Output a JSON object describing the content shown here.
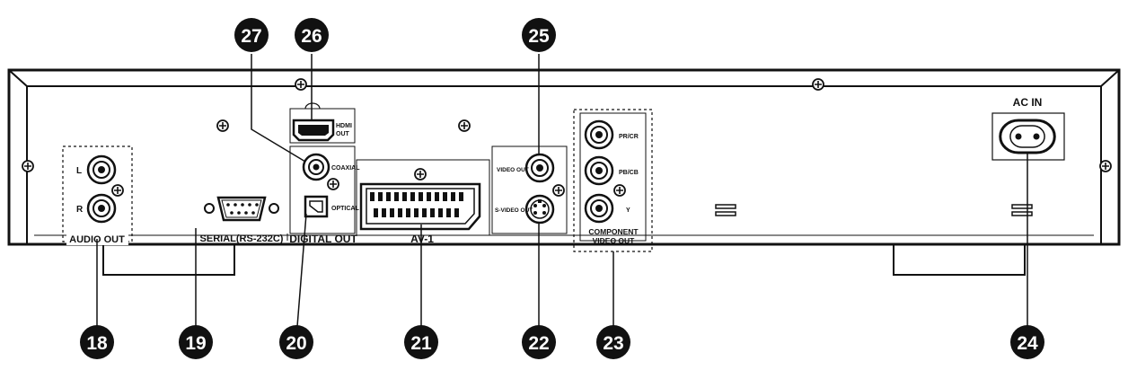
{
  "callouts": [
    "18",
    "19",
    "20",
    "21",
    "22",
    "23",
    "24",
    "25",
    "26",
    "27"
  ],
  "labels": {
    "audio_out": "AUDIO OUT",
    "audio_l": "L",
    "audio_r": "R",
    "serial": "SERIAL(RS-232C)",
    "digital_out": "DIGITAL OUT",
    "coaxial": "COAXIAL",
    "optical": "OPTICAL",
    "hdmi": "HDMI",
    "hdmi_out": "OUT",
    "av1": "AV-1",
    "video_out": "VIDEO OUT",
    "svideo_out": "S-VIDEO OUT",
    "pr_cr": "PR/CR",
    "pb_cb": "PB/CB",
    "y": "Y",
    "component": "COMPONENT",
    "component_video_out": "VIDEO OUT",
    "ac_in": "AC IN"
  }
}
